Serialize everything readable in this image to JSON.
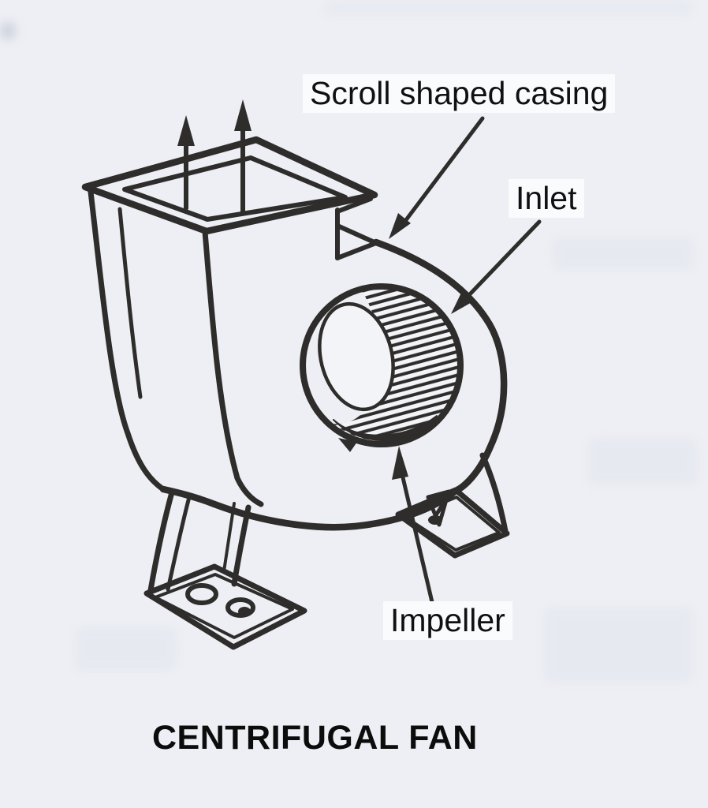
{
  "figure": {
    "caption": "CENTRIFUGAL FAN",
    "type": "scanned line diagram of a centrifugal fan",
    "labels": {
      "casing": "Scroll shaped casing",
      "inlet": "Inlet",
      "impeller": "Impeller"
    },
    "annotations": [
      {
        "text": "Scroll shaped casing",
        "points_to": "outer scroll volute casing top edge"
      },
      {
        "text": "Inlet",
        "points_to": "hatched circular inlet opening"
      },
      {
        "text": "Impeller",
        "points_to": "impeller visible through inlet opening"
      }
    ],
    "airflow": "two arrows pointing up out of the rectangular outlet duct",
    "colors": {
      "background": "#edeff4",
      "ink": "#2e2d2b",
      "label_patch": "#fafbfd",
      "text": "#101010"
    }
  }
}
